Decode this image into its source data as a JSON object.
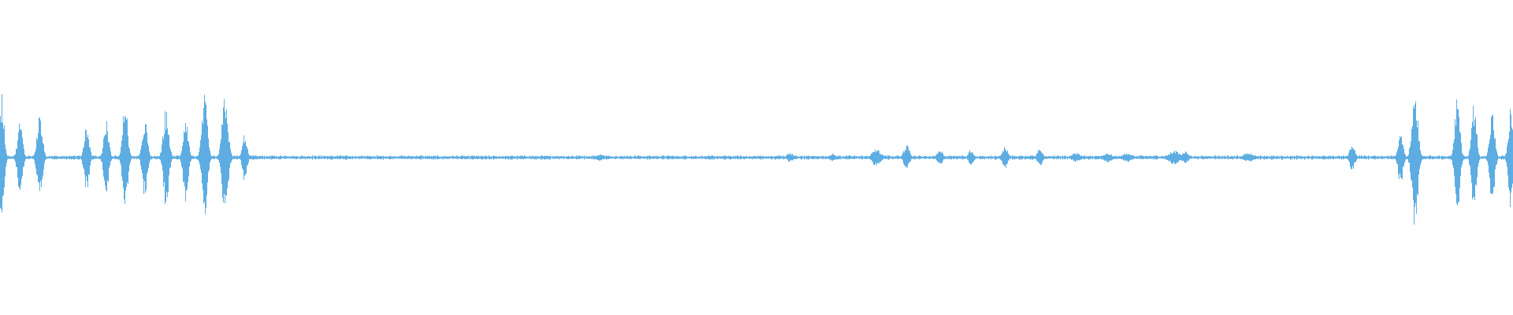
{
  "waveform": {
    "color": "#5DADE2",
    "background": "#FFFFFF",
    "baseline_amplitude": 0.012,
    "bursts": [
      {
        "t": 0.001,
        "amp": 0.42,
        "w": 0.002
      },
      {
        "t": 0.013,
        "amp": 0.24,
        "w": 0.0022
      },
      {
        "t": 0.026,
        "amp": 0.28,
        "w": 0.0024
      },
      {
        "t": 0.057,
        "amp": 0.22,
        "w": 0.0022
      },
      {
        "t": 0.07,
        "amp": 0.24,
        "w": 0.0022
      },
      {
        "t": 0.0825,
        "amp": 0.38,
        "w": 0.0022
      },
      {
        "t": 0.0955,
        "amp": 0.26,
        "w": 0.0022
      },
      {
        "t": 0.1095,
        "amp": 0.32,
        "w": 0.0024
      },
      {
        "t": 0.1225,
        "amp": 0.28,
        "w": 0.0022
      },
      {
        "t": 0.135,
        "amp": 0.4,
        "w": 0.0024
      },
      {
        "t": 0.1485,
        "amp": 0.42,
        "w": 0.0026
      },
      {
        "t": 0.1615,
        "amp": 0.16,
        "w": 0.002
      },
      {
        "t": 0.396,
        "amp": 0.025,
        "w": 0.003
      },
      {
        "t": 0.522,
        "amp": 0.03,
        "w": 0.003
      },
      {
        "t": 0.55,
        "amp": 0.025,
        "w": 0.003
      },
      {
        "t": 0.579,
        "amp": 0.055,
        "w": 0.004
      },
      {
        "t": 0.599,
        "amp": 0.085,
        "w": 0.0025
      },
      {
        "t": 0.621,
        "amp": 0.055,
        "w": 0.0025
      },
      {
        "t": 0.6415,
        "amp": 0.055,
        "w": 0.0022
      },
      {
        "t": 0.664,
        "amp": 0.075,
        "w": 0.0024
      },
      {
        "t": 0.687,
        "amp": 0.055,
        "w": 0.0024
      },
      {
        "t": 0.711,
        "amp": 0.03,
        "w": 0.004
      },
      {
        "t": 0.732,
        "amp": 0.03,
        "w": 0.004
      },
      {
        "t": 0.745,
        "amp": 0.03,
        "w": 0.004
      },
      {
        "t": 0.776,
        "amp": 0.045,
        "w": 0.005
      },
      {
        "t": 0.783,
        "amp": 0.04,
        "w": 0.003
      },
      {
        "t": 0.825,
        "amp": 0.03,
        "w": 0.005
      },
      {
        "t": 0.8935,
        "amp": 0.08,
        "w": 0.0025
      },
      {
        "t": 0.9255,
        "amp": 0.18,
        "w": 0.0022
      },
      {
        "t": 0.935,
        "amp": 0.46,
        "w": 0.0026
      },
      {
        "t": 0.963,
        "amp": 0.4,
        "w": 0.0022
      },
      {
        "t": 0.974,
        "amp": 0.36,
        "w": 0.0022
      },
      {
        "t": 0.986,
        "amp": 0.3,
        "w": 0.0022
      },
      {
        "t": 0.9985,
        "amp": 0.34,
        "w": 0.0022
      }
    ]
  }
}
